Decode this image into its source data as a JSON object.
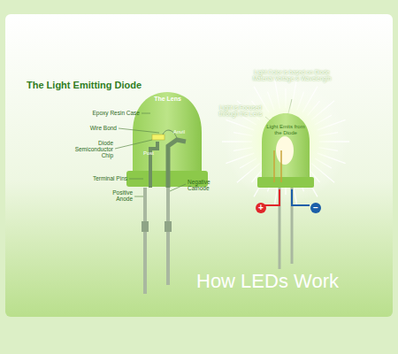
{
  "diagram": {
    "title": "The Light Emitting Diode",
    "caption": "How LEDs Work",
    "labels": [
      "The Lens",
      "Epoxy Resin Case",
      "Wire Bond",
      "Diode Semiconductor Chip",
      "Post",
      "Anvil",
      "Terminal Pins",
      "Positive Anode",
      "Negative Cathode",
      "Light Color is based on Diode Material Voltage & Wavelength",
      "Light is Focused through the Lens",
      "Light Emits from the Diode",
      "+",
      "−"
    ]
  }
}
